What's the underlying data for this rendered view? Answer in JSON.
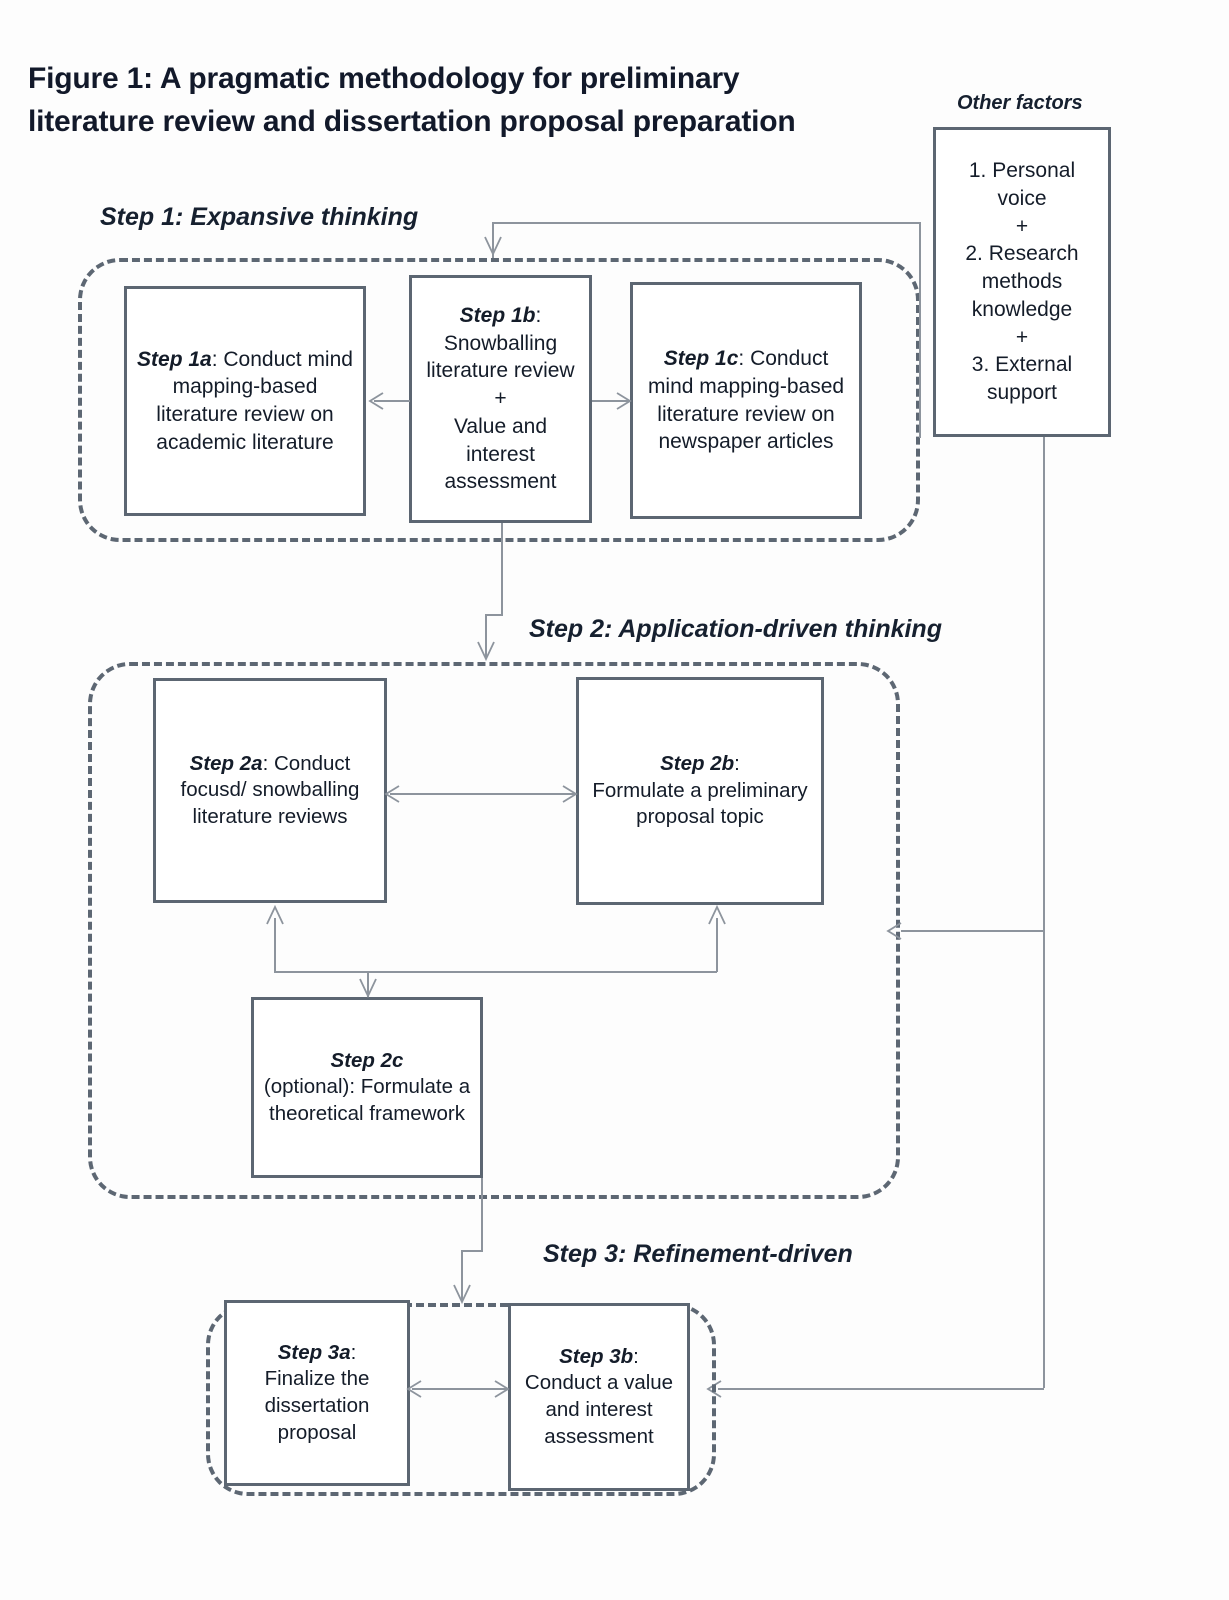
{
  "figure": {
    "title_line1": "Figure 1: A pragmatic methodology for preliminary",
    "title_line2": "literature review and dissertation proposal preparation"
  },
  "groups": {
    "step1_label": "Step 1: Expansive thinking",
    "step2_label": "Step 2: Application-driven thinking",
    "step3_label": "Step 3: Refinement-driven",
    "other_factors_label": "Other factors"
  },
  "nodes": {
    "step1a": {
      "tag": "Step 1a",
      "sep": ": ",
      "text": "Conduct mind mapping-based literature review on academic literature"
    },
    "step1b": {
      "tag": "Step 1b",
      "sep": ":",
      "text": "Snowballing literature review",
      "plus": "+",
      "text2": "Value and interest assessment"
    },
    "step1c": {
      "tag": "Step 1c",
      "sep": ": ",
      "text": "Conduct mind mapping-based literature review on newspaper articles"
    },
    "step2a": {
      "tag": "Step 2a",
      "sep": ": ",
      "text": "Conduct focusd/ snowballing literature reviews"
    },
    "step2b": {
      "tag": "Step 2b",
      "sep": ":",
      "text": "Formulate a preliminary proposal topic"
    },
    "step2c": {
      "tag": "Step 2c",
      "sep": "",
      "text": "(optional): Formulate a theoretical framework"
    },
    "step3a": {
      "tag": "Step 3a",
      "sep": ":",
      "text": "Finalize the dissertation proposal"
    },
    "step3b": {
      "tag": "Step 3b",
      "sep": ":",
      "text": "Conduct a value and interest assessment"
    },
    "other_factors": {
      "item1": "1. Personal voice",
      "plus1": "+",
      "item2": "2. Research methods knowledge",
      "plus2": "+",
      "item3": "3. External support"
    }
  },
  "colors": {
    "node_border": "#5c6672",
    "dashed_border": "#5d6773",
    "connector": "#8d949d",
    "text": "#141c29",
    "background": "#fdfdfd"
  },
  "chart_data": {
    "type": "diagram-flowchart",
    "title": "Figure 1: A pragmatic methodology for preliminary literature review and dissertation proposal preparation",
    "containers": [
      {
        "id": "step1",
        "label": "Step 1: Expansive thinking",
        "members": [
          "step1a",
          "step1b",
          "step1c"
        ]
      },
      {
        "id": "step2",
        "label": "Step 2: Application-driven thinking",
        "members": [
          "step2a",
          "step2b",
          "step2c"
        ]
      },
      {
        "id": "step3",
        "label": "Step 3: Refinement-driven",
        "members": [
          "step3a",
          "step3b"
        ]
      }
    ],
    "edges": [
      {
        "from": "other_factors",
        "to": "step1",
        "style": "elbow",
        "direction": "down"
      },
      {
        "from": "step1b",
        "to": "step1a",
        "direction": "left"
      },
      {
        "from": "step1b",
        "to": "step1c",
        "direction": "right"
      },
      {
        "from": "step1",
        "to": "step2",
        "style": "elbow",
        "direction": "down"
      },
      {
        "from": "step2a",
        "to": "step2b",
        "direction": "both"
      },
      {
        "from": "step2c",
        "to": "step2a",
        "direction": "up"
      },
      {
        "from": "step2c",
        "to": "step2b",
        "direction": "up"
      },
      {
        "from": "step2ab-junction",
        "to": "step2c",
        "direction": "down"
      },
      {
        "from": "other_factors",
        "to": "step2",
        "style": "elbow",
        "direction": "left"
      },
      {
        "from": "step2",
        "to": "step3",
        "style": "elbow",
        "direction": "down"
      },
      {
        "from": "step3a",
        "to": "step3b",
        "direction": "both"
      },
      {
        "from": "other_factors",
        "to": "step3b",
        "style": "elbow",
        "direction": "left"
      }
    ]
  }
}
